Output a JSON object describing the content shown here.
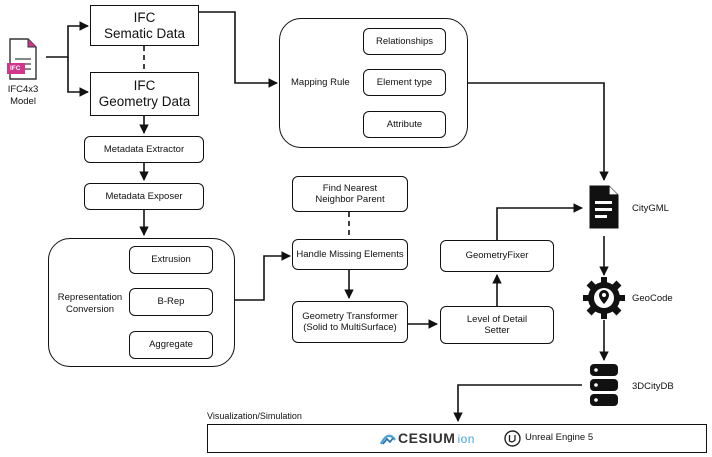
{
  "ifc_model": {
    "file_tag": "IFC",
    "label_line1": "IFC4x3",
    "label_line2": "Model"
  },
  "ifc_semantic": {
    "line1": "IFC",
    "line2": "Sematic Data"
  },
  "ifc_geometry": {
    "line1": "IFC",
    "line2": "Geometry Data"
  },
  "mapping": {
    "label": "Mapping Rule",
    "items": [
      "Relationships",
      "Element type",
      "Attribute"
    ]
  },
  "metadata_extractor": "Metadata Extractor",
  "metadata_exposer": "Metadata Exposer",
  "representation": {
    "label_line1": "Representation",
    "label_line2": "Conversion",
    "items": [
      "Extrusion",
      "B-Rep",
      "Aggregate"
    ]
  },
  "find_nearest": {
    "line1": "Find Nearest",
    "line2": "Neighbor Parent"
  },
  "handle_missing": "Handle Missing Elements",
  "geometry_transformer": {
    "line1": "Geometry Transformer",
    "line2": "(Solid to MultiSurface)"
  },
  "level_of_detail": {
    "line1": "Level of Detail",
    "line2": "Setter"
  },
  "geometry_fixer": "GeometryFixer",
  "citygml": "CityGML",
  "geocode": "GeoCode",
  "citydb": "3DCityDB",
  "visualization": {
    "title": "Visualization/Simulation",
    "cesium_main": "CESIUM",
    "cesium_ion": "ion",
    "unreal": "Unreal Engine 5"
  },
  "colors": {
    "ink": "#111111",
    "ifc_file_accent": "#d0368a",
    "cesium_blue": "#4aa3df"
  },
  "icons": [
    "ifc-file-icon",
    "citygml-document-icon",
    "geocode-gear-globe-icon",
    "database-icon",
    "cesium-logo-icon",
    "unreal-logo-icon"
  ]
}
